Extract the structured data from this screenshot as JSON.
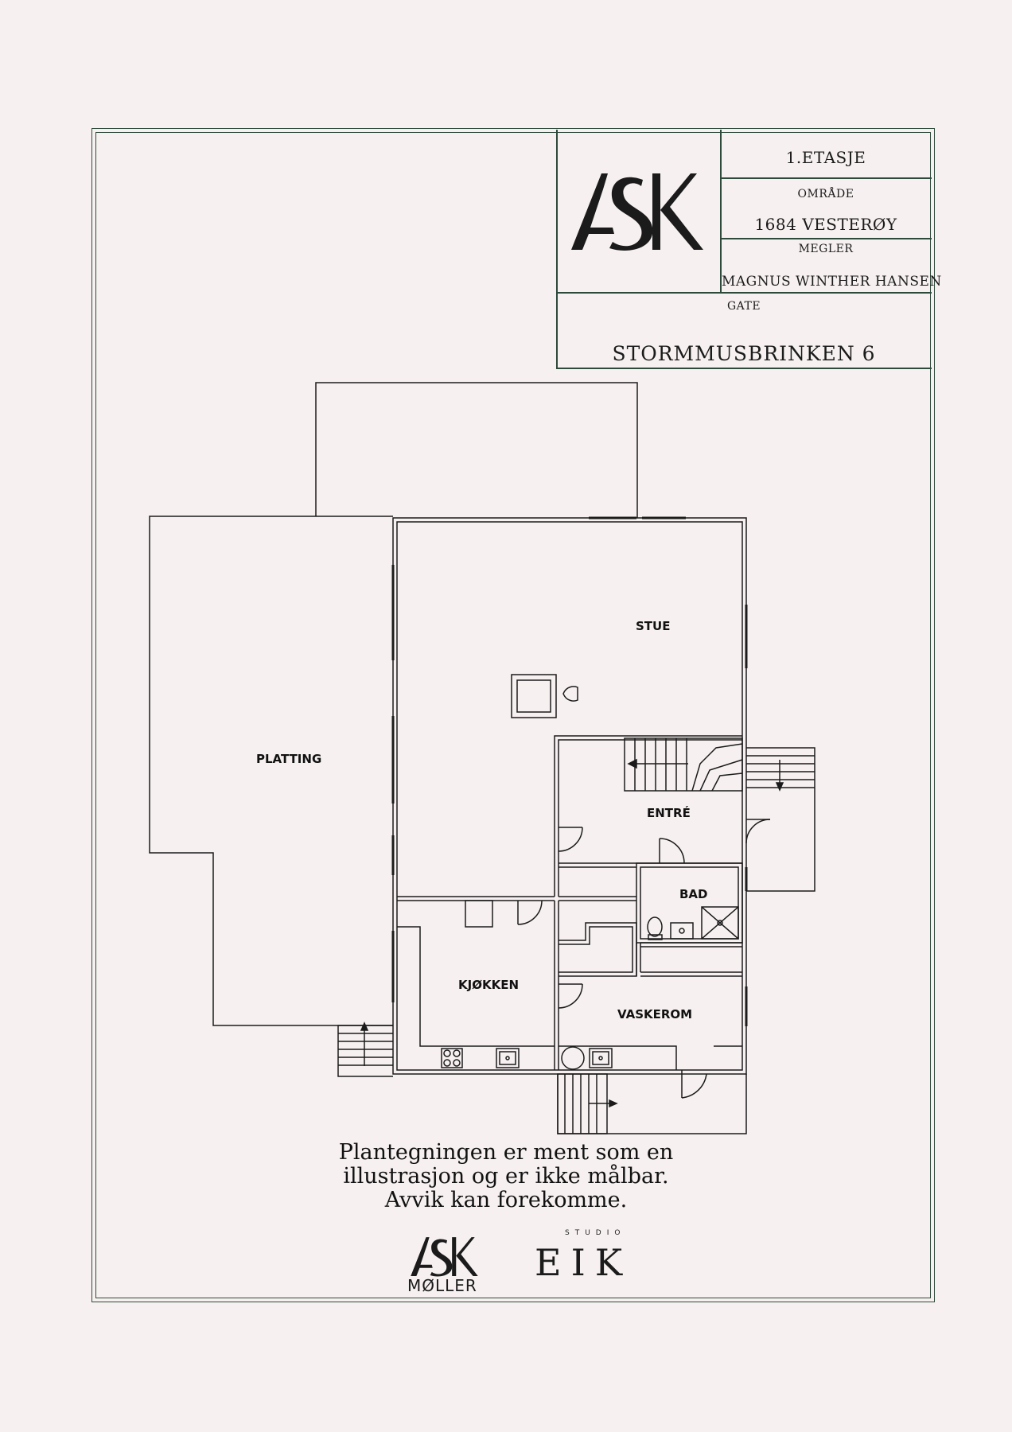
{
  "title_block": {
    "floor": "1.ETASJE",
    "area_label": "OMRÅDE",
    "area_value": "1684 VESTERØY",
    "broker_label": "MEGLER",
    "broker_value": "MAGNUS WINTHER HANSEN",
    "street_label": "GATE",
    "street_value": "STORMMUSBRINKEN 6",
    "logo_text": "ASK"
  },
  "rooms": {
    "stue": "STUE",
    "platting": "PLATTING",
    "entre": "ENTRÉ",
    "bad": "BAD",
    "kjokken": "KJØKKEN",
    "vaskerom": "VASKEROM"
  },
  "disclaimer": {
    "line1": "Plantegningen er ment som en",
    "line2": "illustrasjon og er ikke målbar.",
    "line3": "Avvik kan forekomme."
  },
  "footer": {
    "ask_logo_text": "ASK",
    "ask_sub": "MØLLER",
    "studio_label": "STUDIO",
    "eik_label": "EIK"
  },
  "colors": {
    "background": "#f6f1f0",
    "frame": "#2e4a3a",
    "ink": "#1b1b1b"
  }
}
